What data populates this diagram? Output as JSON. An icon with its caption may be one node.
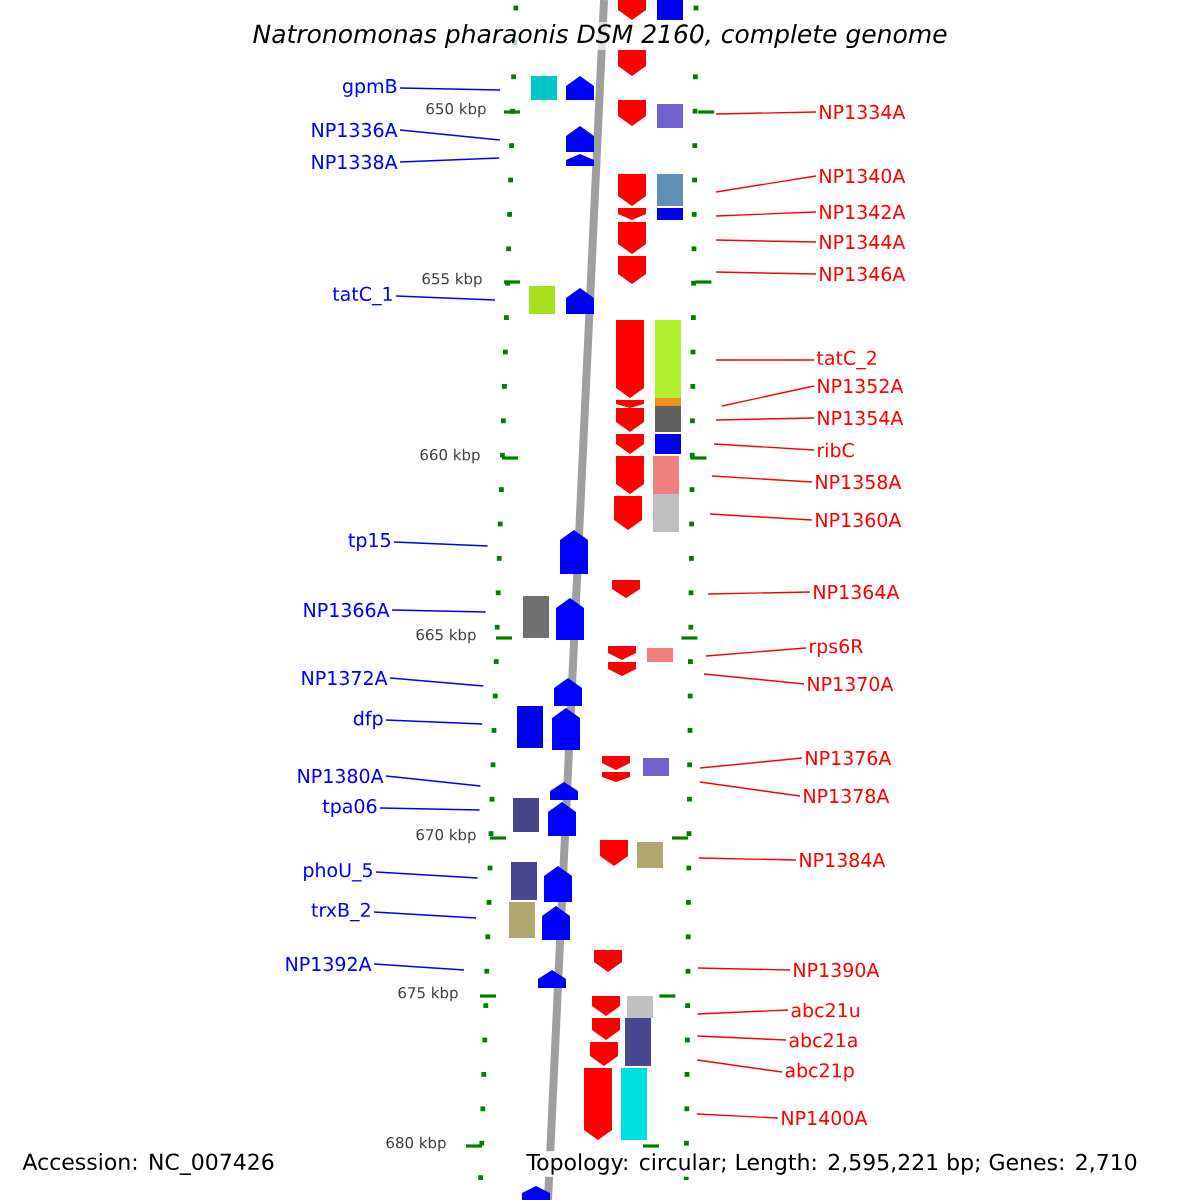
{
  "diagram": {
    "title": "Natronomonas pharaonis DSM 2160, complete genome",
    "nodes": [
      {
        "text": [
          "gpmB"
        ]
      },
      {
        "text": [
          "NP1336A"
        ]
      },
      {
        "text": [
          "NP1338A"
        ]
      },
      {
        "text": [
          "tatC_1"
        ]
      },
      {
        "text": [
          "tp15"
        ]
      },
      {
        "text": [
          "NP1366A"
        ]
      },
      {
        "text": [
          "NP1372A"
        ]
      },
      {
        "text": [
          "dfp"
        ]
      },
      {
        "text": [
          "NP1380A"
        ]
      },
      {
        "text": [
          "tpa06"
        ]
      },
      {
        "text": [
          "phoU_5"
        ]
      },
      {
        "text": [
          "trxB_2"
        ]
      },
      {
        "text": [
          "NP1392A"
        ]
      },
      {
        "text": [
          "NP1334A"
        ]
      },
      {
        "text": [
          "NP1340A"
        ]
      },
      {
        "text": [
          "NP1342A"
        ]
      },
      {
        "text": [
          "NP1344A"
        ]
      },
      {
        "text": [
          "NP1346A"
        ]
      },
      {
        "text": [
          "tatC_2"
        ]
      },
      {
        "text": [
          "NP1352A"
        ]
      },
      {
        "text": [
          "NP1354A"
        ]
      },
      {
        "text": [
          "ribC"
        ]
      },
      {
        "text": [
          "NP1358A"
        ]
      },
      {
        "text": [
          "NP1360A"
        ]
      },
      {
        "text": [
          "NP1364A"
        ]
      },
      {
        "text": [
          "rps6R"
        ]
      },
      {
        "text": [
          "NP1370A"
        ]
      },
      {
        "text": [
          "NP1376A"
        ]
      },
      {
        "text": [
          "NP1378A"
        ]
      },
      {
        "text": [
          "NP1384A"
        ]
      },
      {
        "text": [
          "NP1390A"
        ]
      },
      {
        "text": [
          "abc21u"
        ]
      },
      {
        "text": [
          "abc21a"
        ]
      },
      {
        "text": [
          "abc21p"
        ]
      },
      {
        "text": [
          "NP1400A"
        ]
      }
    ],
    "edges": [
      {
        "from": 0,
        "to": null,
        "arrow": "none",
        "color": "#0000ff"
      },
      {
        "from": 1,
        "to": null,
        "arrow": "none",
        "color": "#0000ff"
      },
      {
        "from": 2,
        "to": null,
        "arrow": "none",
        "color": "#0000ff"
      },
      {
        "from": 3,
        "to": null,
        "arrow": "none",
        "color": "#0000ff"
      },
      {
        "from": 4,
        "to": null,
        "arrow": "none",
        "color": "#0000ff"
      },
      {
        "from": 5,
        "to": null,
        "arrow": "none",
        "color": "#0000ff"
      },
      {
        "from": 6,
        "to": null,
        "arrow": "none",
        "color": "#0000ff"
      },
      {
        "from": 7,
        "to": null,
        "arrow": "none",
        "color": "#0000ff"
      },
      {
        "from": 8,
        "to": null,
        "arrow": "none",
        "color": "#0000ff"
      },
      {
        "from": 9,
        "to": null,
        "arrow": "none",
        "color": "#0000ff"
      },
      {
        "from": 10,
        "to": null,
        "arrow": "none",
        "color": "#0000ff"
      },
      {
        "from": 11,
        "to": null,
        "arrow": "none",
        "color": "#0000ff"
      },
      {
        "from": 12,
        "to": null,
        "arrow": "none",
        "color": "#0000ff"
      },
      {
        "from": 13,
        "to": null,
        "arrow": "none"
      },
      {
        "from": 14,
        "to": null,
        "arrow": "none"
      },
      {
        "from": 15,
        "to": null,
        "arrow": "none"
      },
      {
        "from": 16,
        "to": null,
        "arrow": "none"
      },
      {
        "from": 17,
        "to": null,
        "arrow": "none"
      },
      {
        "from": 18,
        "to": null,
        "arrow": "none"
      },
      {
        "from": 19,
        "to": null,
        "arrow": "none"
      },
      {
        "from": 20,
        "to": null,
        "arrow": "none"
      },
      {
        "from": 21,
        "to": null,
        "arrow": "none"
      },
      {
        "from": 22,
        "to": null,
        "arrow": "none"
      },
      {
        "from": 23,
        "to": null,
        "arrow": "none"
      },
      {
        "from": 24,
        "to": null,
        "arrow": "none"
      },
      {
        "from": 25,
        "to": null,
        "arrow": "none"
      },
      {
        "from": 26,
        "to": null,
        "arrow": "none"
      },
      {
        "from": 27,
        "to": null,
        "arrow": "none"
      },
      {
        "from": 28,
        "to": null,
        "arrow": "none"
      },
      {
        "from": 29,
        "to": null,
        "arrow": "none"
      },
      {
        "from": 30,
        "to": null,
        "arrow": "none"
      },
      {
        "from": 31,
        "to": null,
        "arrow": "none"
      },
      {
        "from": 32,
        "to": null,
        "arrow": "none"
      },
      {
        "from": 33,
        "to": null,
        "arrow": "none"
      },
      {
        "from": 34,
        "to": null,
        "arrow": "none"
      }
    ],
    "labels": [
      "650 kbp",
      "655 kbp",
      "660 kbp",
      "665 kbp",
      "670 kbp",
      "675 kbp",
      "680 kbp",
      "Accession: NC_007426",
      "Topology: circular; Length: 2,595,221 bp; Genes: 2,710"
    ]
  }
}
